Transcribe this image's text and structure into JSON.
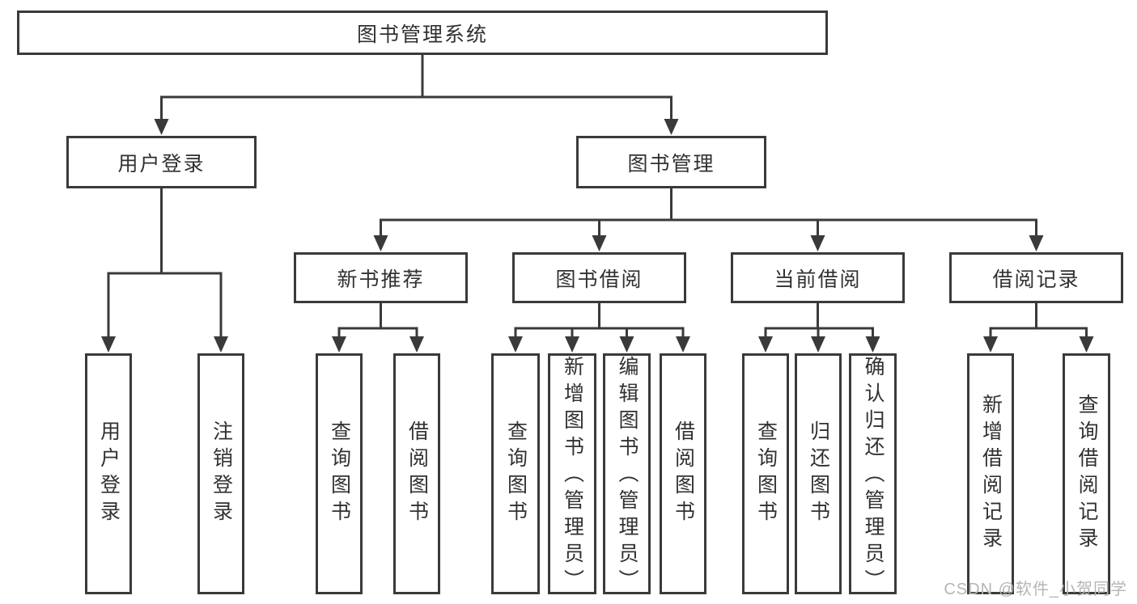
{
  "diagram": {
    "root": {
      "label": "图书管理系统"
    },
    "level2": [
      {
        "label": "用户登录"
      },
      {
        "label": "图书管理"
      }
    ],
    "level3": [
      {
        "label": "新书推荐"
      },
      {
        "label": "图书借阅"
      },
      {
        "label": "当前借阅"
      },
      {
        "label": "借阅记录"
      }
    ],
    "leaves": {
      "user_login": [
        {
          "label": "用户登录"
        },
        {
          "label": "注销登录"
        }
      ],
      "new_book_recommend": [
        {
          "label": "查询图书"
        },
        {
          "label": "借阅图书"
        }
      ],
      "book_borrow": [
        {
          "label": "查询图书"
        },
        {
          "label": "新增图书（管理员）"
        },
        {
          "label": "编辑图书（管理员）"
        },
        {
          "label": "借阅图书"
        }
      ],
      "current_borrow": [
        {
          "label": "查询图书"
        },
        {
          "label": "归还图书"
        },
        {
          "label": "确认归还（管理员）"
        }
      ],
      "borrow_record": [
        {
          "label": "新增借阅记录"
        },
        {
          "label": "查询借阅记录"
        }
      ]
    },
    "watermark": "CSDN @软件_小贺同学",
    "colors": {
      "line": "#3a3a3a",
      "text": "#313131",
      "watermark": "#b5b5b5",
      "background": "#ffffff"
    }
  }
}
